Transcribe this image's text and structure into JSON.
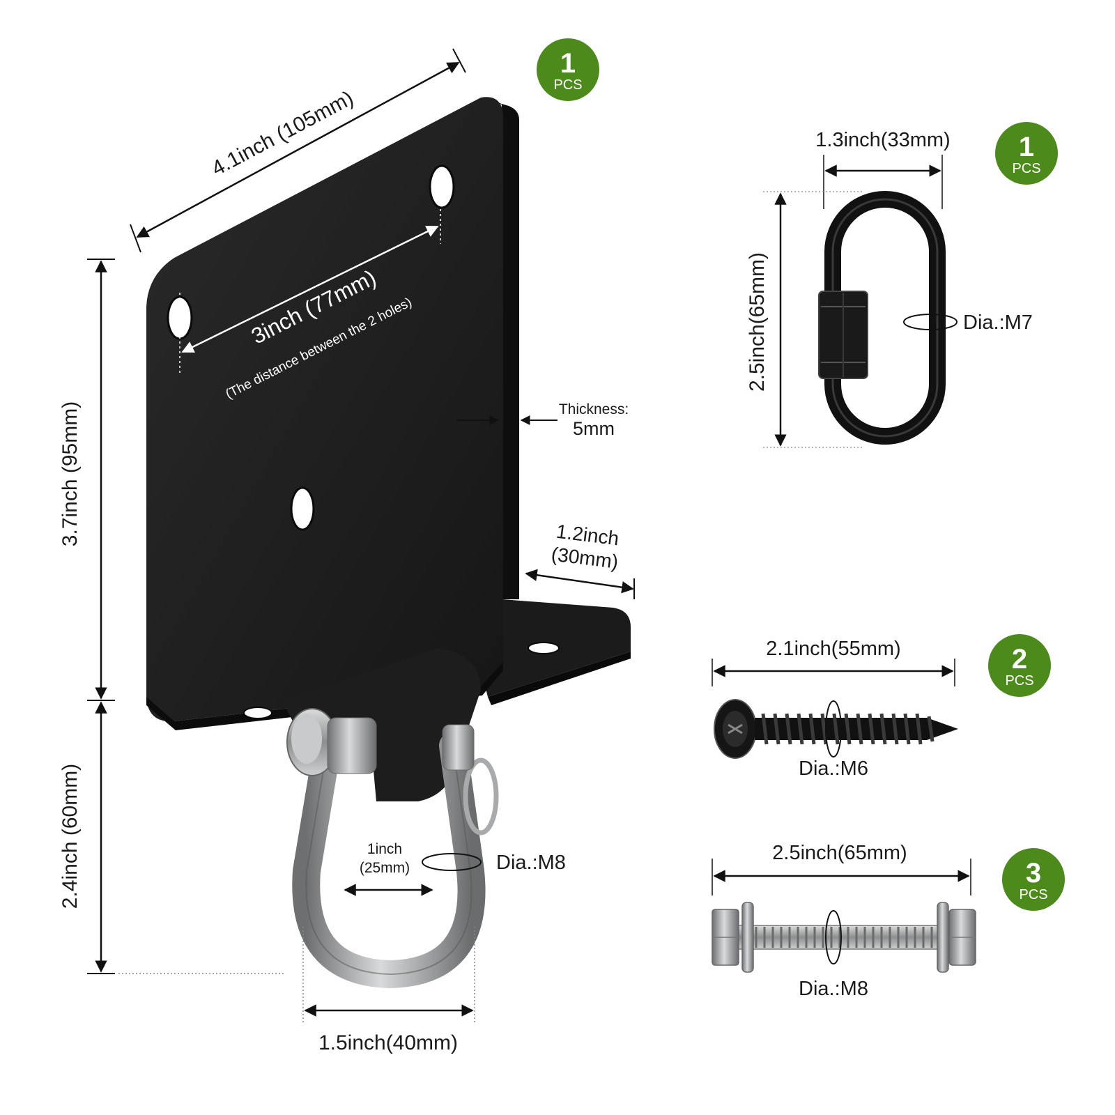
{
  "colors": {
    "badge": "#4d8a1c",
    "metal_black": "#1f1f1f",
    "steel": "#a9aaab",
    "dim_line": "#111111"
  },
  "plate": {
    "width_label": "4.1inch (105mm)",
    "height_label": "3.7inch (95mm)",
    "hole_distance_label": "3inch (77mm)",
    "hole_distance_note": "(The distance between the 2 holes)",
    "thickness_title": "Thickness:",
    "thickness_value": "5mm",
    "flange_label_1": "1.2inch",
    "flange_label_2": "(30mm)",
    "badge_qty": "1",
    "badge_unit": "PCS"
  },
  "shackle": {
    "height_label": "2.4inch (60mm)",
    "width_label": "1.5inch(40mm)",
    "inner_label_1": "1inch",
    "inner_label_2": "(25mm)",
    "dia_label": "Dia.:M8"
  },
  "quick_link": {
    "width_label": "1.3inch(33mm)",
    "height_label": "2.5inch(65mm)",
    "dia_label": "Dia.:M7",
    "badge_qty": "1",
    "badge_unit": "PCS"
  },
  "screw": {
    "length_label": "2.1inch(55mm)",
    "dia_label": "Dia.:M6",
    "badge_qty": "2",
    "badge_unit": "PCS"
  },
  "bolt": {
    "length_label": "2.5inch(65mm)",
    "dia_label": "Dia.:M8",
    "badge_qty": "3",
    "badge_unit": "PCS"
  }
}
